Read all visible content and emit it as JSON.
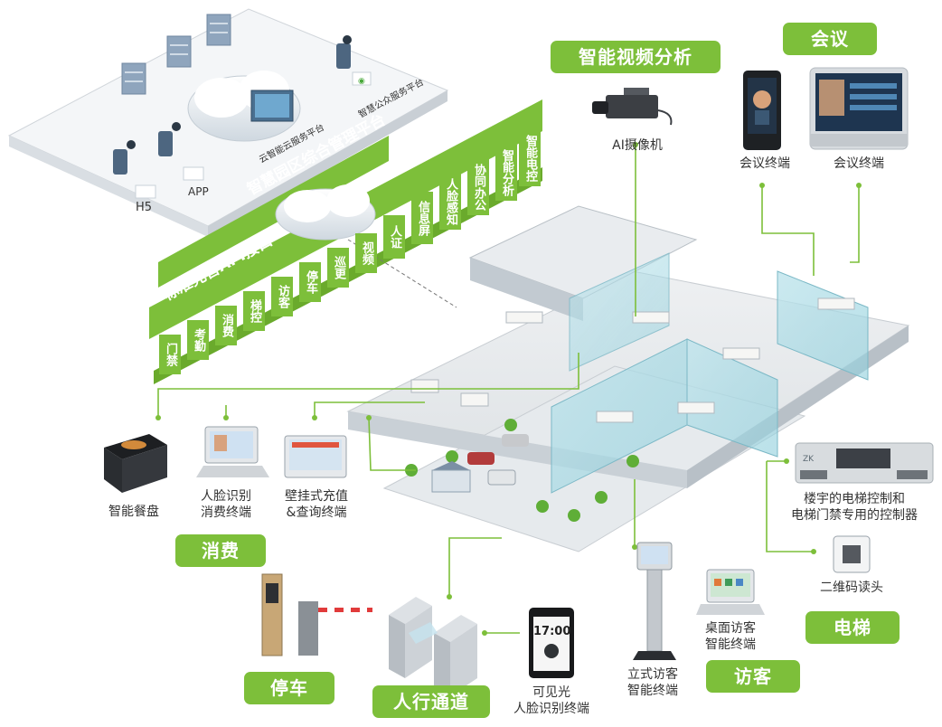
{
  "cloud_platform": {
    "items": [
      "H5",
      "APP",
      "云智能云服务平台",
      "智慧公众服务平台"
    ]
  },
  "platform_banner": {
    "title": "智慧园区综合管理平台",
    "api": "标准完善API接口"
  },
  "modules": [
    "门禁",
    "考勤",
    "消费",
    "梯控",
    "访客",
    "停车",
    "巡更",
    "视频",
    "人证",
    "信息屏",
    "人脸感知",
    "协同办公",
    "智能分析",
    "智能电控"
  ],
  "categories": {
    "video": "智能视频分析",
    "meeting": "会议",
    "consume": "消费",
    "parking": "停车",
    "pedestrian": "人行通道",
    "visitor": "访客",
    "elevator": "电梯"
  },
  "devices": {
    "ai_camera": "AI摄像机",
    "meeting_terminal_1": "会议终端",
    "meeting_terminal_2": "会议终端",
    "smart_tray": "智能餐盘",
    "face_pay_line1": "人脸识别",
    "face_pay_line2": "消费终端",
    "wall_line1": "壁挂式充值",
    "wall_line2": "&查询终端",
    "elevator_ctrl_line1": "楼宇的电梯控制和",
    "elevator_ctrl_line2": "电梯门禁专用的控制器",
    "qr_reader": "二维码读头",
    "desk_visitor_line1": "桌面访客",
    "desk_visitor_line2": "智能终端",
    "stand_visitor_line1": "立式访客",
    "stand_visitor_line2": "智能终端",
    "visible_face_line1": "可见光",
    "visible_face_line2": "人脸识别终端",
    "face_terminal_time": "17:00"
  },
  "colors": {
    "brand_green": "#7dbf3a",
    "line_green": "#7dbf3a",
    "platform_gray": "#f0f2f5"
  }
}
